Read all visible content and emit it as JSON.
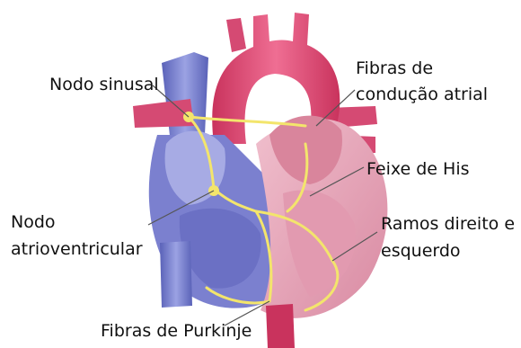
{
  "labels": {
    "nodo_sinusal": "Nodo sinusal",
    "fibras_conducao": [
      "Fibras de",
      "condução atrial"
    ],
    "feixe_his": "Feixe de His",
    "nodo_av": [
      "Nodo",
      "atrioventricular"
    ],
    "ramos": [
      "Ramos direito e",
      "esquerdo"
    ],
    "purkinje": "Fibras de Purkinje"
  },
  "colors": {
    "aorta_red": "#e0436f",
    "vein_blue": "#6e76c8",
    "right_chamber_blue": "#8a8fd6",
    "myocardium_pink": "#e7a5b8",
    "inner_pink": "#d9859c",
    "conduction_yellow": "#f3e56c",
    "leader_gray": "#555555"
  }
}
